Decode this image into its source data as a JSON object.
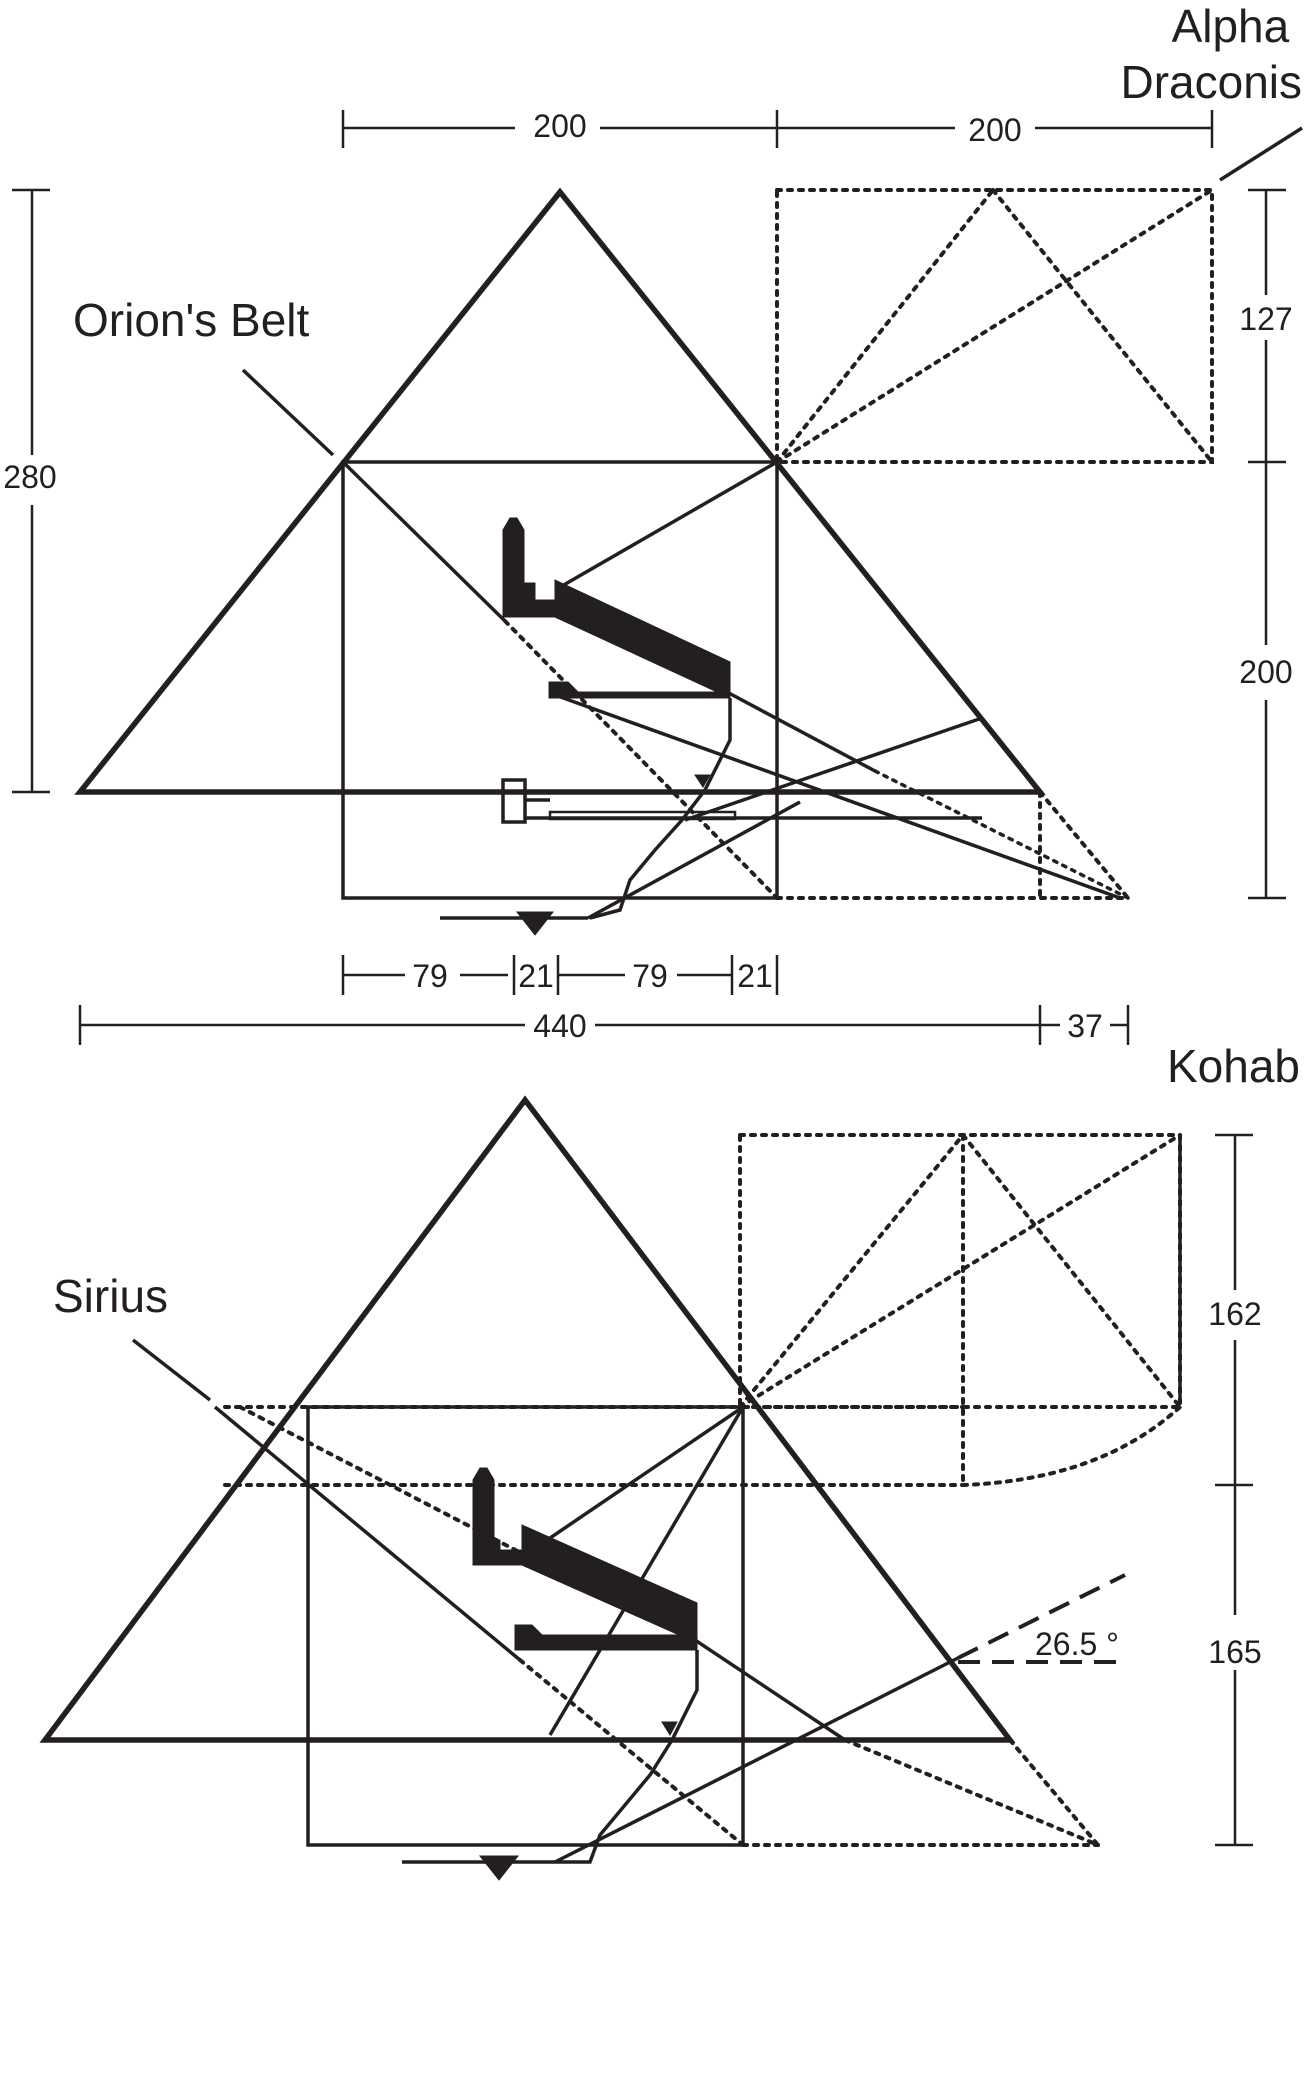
{
  "top_diagram": {
    "labels": {
      "star_top_right": "Alpha\nDraconis",
      "star_left": "Orion's Belt"
    },
    "dimensions": {
      "width_half_left": "200",
      "width_right_box": "200",
      "height_total": "280",
      "height_box_top": "127",
      "height_box_lower": "200",
      "seg_a": "79",
      "seg_b": "21",
      "seg_c": "79",
      "seg_d": "21",
      "base": "440",
      "base_extension": "37"
    }
  },
  "bottom_diagram": {
    "labels": {
      "star_top_right": "Kohab",
      "star_left": "Sirius"
    },
    "dimensions": {
      "height_upper": "162",
      "height_lower": "165",
      "angle": "26.5 °"
    }
  }
}
